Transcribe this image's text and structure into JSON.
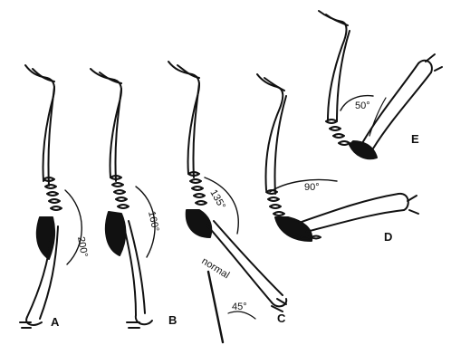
{
  "figure": {
    "panels": [
      {
        "id": "A",
        "label": "A",
        "angle": "200°"
      },
      {
        "id": "B",
        "label": "B",
        "angle": "160°"
      },
      {
        "id": "C",
        "label": "C",
        "angle": "135°",
        "reference_text": "normal",
        "reference_angle": "45°"
      },
      {
        "id": "D",
        "label": "D",
        "angle": "90°"
      },
      {
        "id": "E",
        "label": "E",
        "angle": "50°"
      }
    ]
  }
}
